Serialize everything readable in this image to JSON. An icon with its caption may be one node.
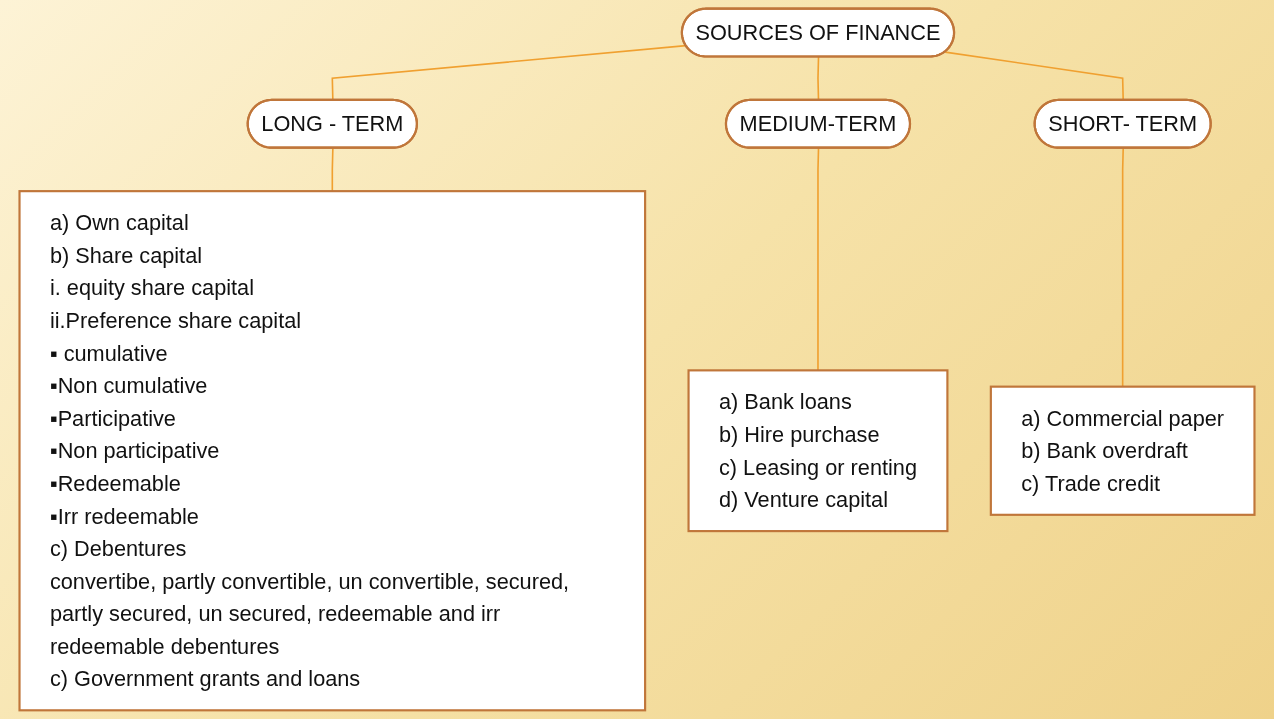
{
  "diagram": {
    "nodes": [
      {
        "text": [
          "SOURCES OF FINANCE"
        ]
      },
      {
        "text": [
          "LONG - TERM"
        ]
      },
      {
        "text": [
          "MEDIUM-TERM"
        ]
      },
      {
        "text": [
          "SHORT- TERM"
        ]
      },
      {
        "text": [
          "a) Own capital",
          "b) Share capital",
          "i. equity share capital",
          "ii.Preference share capital",
          "▪ cumulative",
          "▪Non cumulative",
          "▪Participative",
          "▪Non participative",
          "▪Redeemable",
          "▪Irr redeemable",
          "c) Debentures",
          "convertibe, partly convertible, un convertible, secured, partly secured, un secured, redeemable and irr redeemable debentures",
          "c) Government grants and loans"
        ]
      },
      {
        "text": [
          "a) Bank loans",
          "b) Hire purchase",
          "c) Leasing or renting",
          "d) Venture capital"
        ]
      },
      {
        "text": [
          "a) Commercial paper",
          "b) Bank overdraft",
          "c) Trade credit"
        ]
      }
    ],
    "edges": [
      {
        "from": 0,
        "to": 1,
        "arrow": "none"
      },
      {
        "from": 0,
        "to": 2,
        "arrow": "none"
      },
      {
        "from": 0,
        "to": 3,
        "arrow": "none"
      },
      {
        "from": 1,
        "to": 4,
        "arrow": "none"
      },
      {
        "from": 2,
        "to": 5,
        "arrow": "none"
      },
      {
        "from": 3,
        "to": 6,
        "arrow": "none"
      }
    ]
  }
}
